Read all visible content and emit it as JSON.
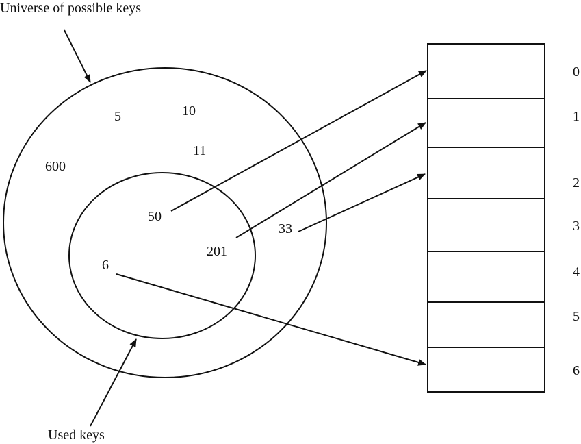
{
  "labels": {
    "universe": "Universe of possible keys",
    "used": "Used keys"
  },
  "universe_keys": [
    "5",
    "10",
    "11",
    "600",
    "33"
  ],
  "used_keys": [
    "50",
    "201",
    "6"
  ],
  "table": {
    "indices": [
      "0",
      "1",
      "2",
      "3",
      "4",
      "5",
      "6"
    ]
  },
  "mappings": [
    {
      "key": "50",
      "slot": "0"
    },
    {
      "key": "201",
      "slot": "1"
    },
    {
      "key": "33",
      "slot": "2"
    },
    {
      "key": "6",
      "slot": "6"
    }
  ]
}
